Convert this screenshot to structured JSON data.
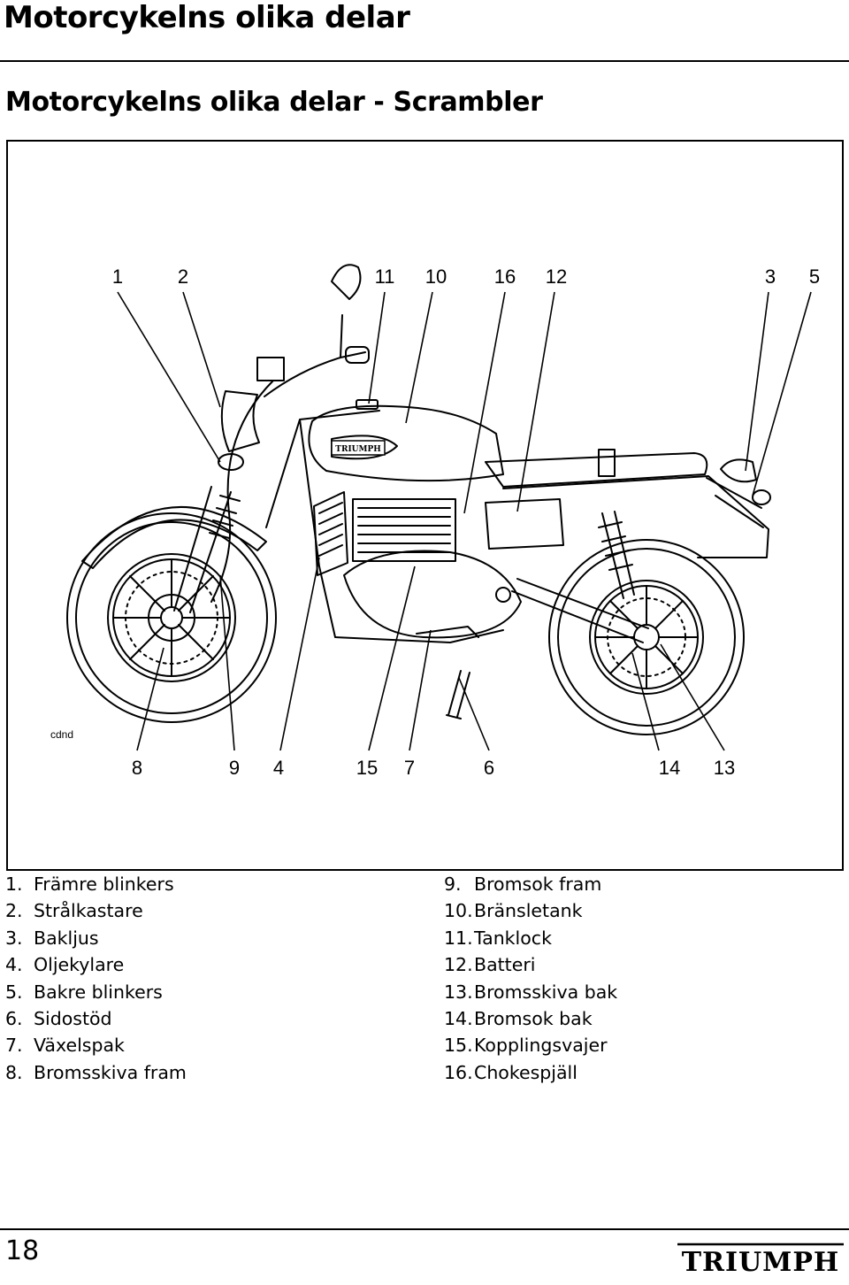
{
  "header": {
    "section_title": "Motorcykelns olika delar",
    "subtitle": "Motorcykelns olika delar - Scrambler"
  },
  "figure": {
    "code": "cdnd",
    "tank_badge": "TRIUMPH",
    "top_callouts": [
      "1",
      "2",
      "11",
      "10",
      "16",
      "12",
      "3",
      "5"
    ],
    "bottom_callouts": [
      "8",
      "9",
      "4",
      "15",
      "7",
      "6",
      "14",
      "13"
    ]
  },
  "legend": {
    "left": [
      {
        "num": "1.",
        "label": "Främre blinkers"
      },
      {
        "num": "2.",
        "label": "Strålkastare"
      },
      {
        "num": "3.",
        "label": "Bakljus"
      },
      {
        "num": "4.",
        "label": "Oljekylare"
      },
      {
        "num": "5.",
        "label": "Bakre blinkers"
      },
      {
        "num": "6.",
        "label": "Sidostöd"
      },
      {
        "num": "7.",
        "label": "Växelspak"
      },
      {
        "num": "8.",
        "label": "Bromsskiva fram"
      }
    ],
    "right": [
      {
        "num": "9.",
        "label": "Bromsok fram"
      },
      {
        "num": "10.",
        "label": "Bränsletank"
      },
      {
        "num": "11.",
        "label": "Tanklock"
      },
      {
        "num": "12.",
        "label": "Batteri"
      },
      {
        "num": "13.",
        "label": "Bromsskiva bak"
      },
      {
        "num": "14.",
        "label": "Bromsok bak"
      },
      {
        "num": "15.",
        "label": "Kopplingsvajer"
      },
      {
        "num": "16.",
        "label": "Chokespjäll"
      }
    ]
  },
  "footer": {
    "page_number": "18",
    "brand": "TRIUMPH"
  }
}
